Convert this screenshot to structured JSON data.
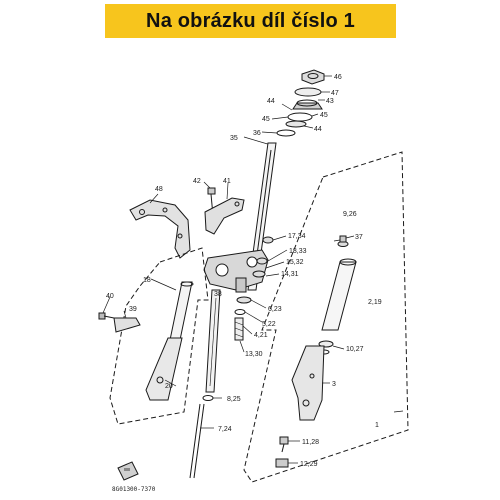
{
  "banner": {
    "text": "Na obrázku díl číslo 1",
    "bg_color": "#f7c51d"
  },
  "diagram": {
    "ink_color": "#1a1a1a",
    "part_labels": {
      "p46": "46",
      "p47": "47",
      "p43": "43",
      "p44a": "44",
      "p45a": "45",
      "p44b": "44",
      "p45b": "45",
      "p36": "36",
      "p35": "35",
      "p42": "42",
      "p41": "41",
      "p48": "48",
      "p9_26": "9,26",
      "p37": "37",
      "p17_34": "17,34",
      "p18_33": "18,33",
      "p15_32": "15,32",
      "p14_31": "14,31",
      "p18": "18",
      "p38": "38",
      "p40": "40",
      "p39": "39",
      "p2_19": "2,19",
      "p6_23": "6,23",
      "p5_22": "5,22",
      "p4_21": "4,21",
      "p13_30": "13,30",
      "p10_27": "10,27",
      "p3": "3",
      "p20": "20",
      "p8_25": "8,25",
      "p1": "1",
      "p7_24": "7,24",
      "p11_28": "11,28",
      "p12_29": "12,29"
    },
    "ref_code": "8G01300-7370"
  }
}
